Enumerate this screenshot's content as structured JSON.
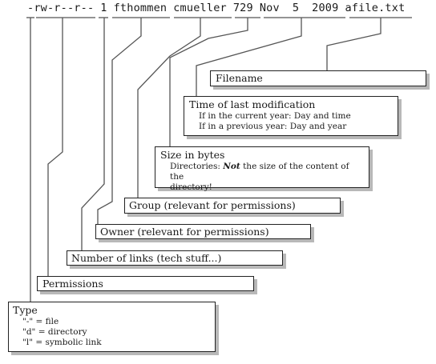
{
  "ls_line": {
    "type": "-",
    "permissions": "rw-r--r--",
    "links": "1",
    "owner": "fthommen",
    "group": "cmueller",
    "size": "729",
    "month": "Nov",
    "day": "5",
    "year": "2009",
    "filename": "afile.txt"
  },
  "boxes": {
    "filename": {
      "title": "Filename"
    },
    "mtime": {
      "title": "Time of last modification",
      "line1": "If in the current year: Day and time",
      "line2": "If in a previous year: Day and year"
    },
    "size": {
      "title": "Size in bytes",
      "line1_a": "Directories: ",
      "line1_em": "Not",
      "line1_b": " the size of the content of the",
      "line2": "directory!"
    },
    "group": {
      "title": "Group (relevant for permissions)"
    },
    "owner": {
      "title": "Owner (relevant for permissions)"
    },
    "links": {
      "title": "Number of links (tech stuff...)"
    },
    "permissions": {
      "title": "Permissions"
    },
    "type": {
      "title": "Type",
      "line1": "\"-\" = file",
      "line2": "\"d\" = directory",
      "line3": "\"l\" = symbolic link"
    }
  }
}
